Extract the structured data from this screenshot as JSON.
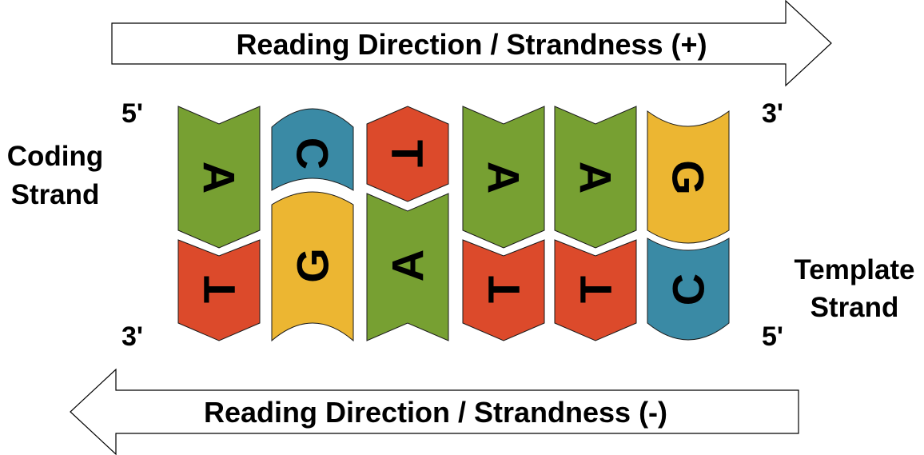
{
  "colors": {
    "A": "#77a032",
    "C": "#3a8aa5",
    "G": "#ecb632",
    "T": "#dc4a2b"
  },
  "arrows": {
    "forward_label": "Reading Direction / Strandness (+)",
    "reverse_label": "Reading Direction / Strandness (-)"
  },
  "ends": {
    "coding_left": "5'",
    "coding_right": "3'",
    "template_left": "3'",
    "template_right": "5'"
  },
  "strands": {
    "coding": {
      "line1": "Coding",
      "line2": "Strand"
    },
    "template": {
      "line1": "Template",
      "line2": "Strand"
    }
  },
  "coding_bases": [
    "A",
    "C",
    "T",
    "A",
    "A",
    "G"
  ],
  "template_bases": [
    "T",
    "G",
    "A",
    "T",
    "T",
    "C"
  ]
}
